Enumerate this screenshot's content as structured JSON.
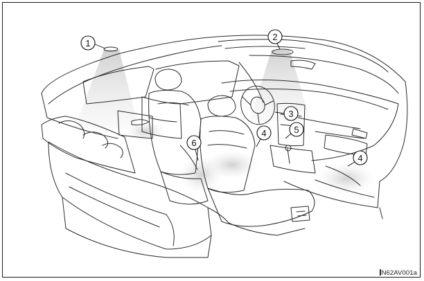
{
  "callouts": [
    {
      "id": "1",
      "label": "1"
    },
    {
      "id": "2",
      "label": "2"
    },
    {
      "id": "3",
      "label": "3"
    },
    {
      "id": "4a",
      "label": "4"
    },
    {
      "id": "5",
      "label": "5"
    },
    {
      "id": "6",
      "label": "6"
    },
    {
      "id": "4b",
      "label": "4"
    }
  ],
  "figure_code": "N62AV001a",
  "colors": {
    "line": "#2a2a2a",
    "light_beam": "#d9d9d9",
    "frame": "#1a1a1a"
  }
}
